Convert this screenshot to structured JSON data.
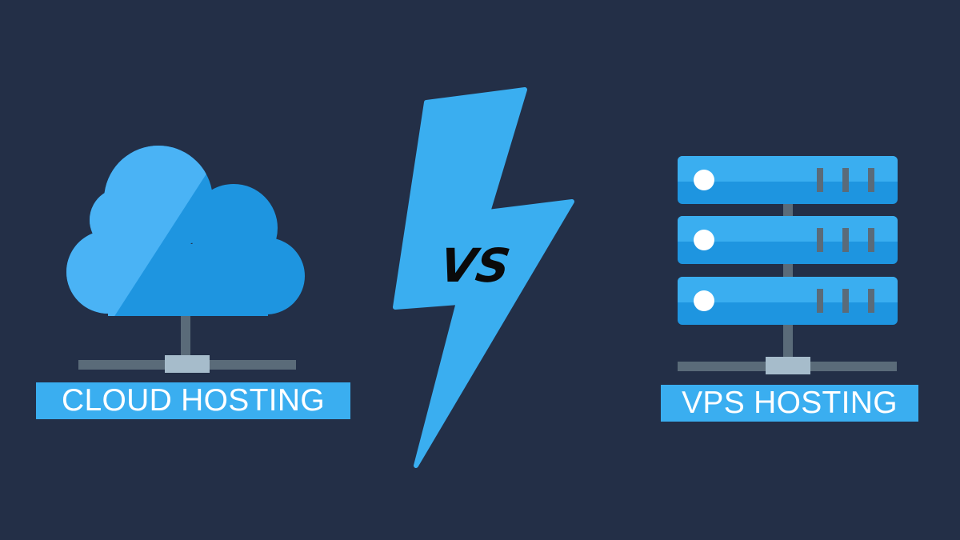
{
  "colors": {
    "background": "#232f47",
    "accent_blue": "#3aaef0",
    "cloud_light": "#4ab3f5",
    "cloud_dark": "#1e95e0",
    "connector_gray": "#5a6b79",
    "connector_box": "#a6bccb",
    "label_text": "#ffffff",
    "vs_text": "#0a0a0a"
  },
  "icons": {
    "left": "cloud-network-icon",
    "center": "lightning-bolt-icon",
    "right": "server-rack-icon"
  },
  "labels": {
    "cloud": "CLOUD HOSTING",
    "vs": "VS",
    "vps": "VPS HOSTING"
  }
}
